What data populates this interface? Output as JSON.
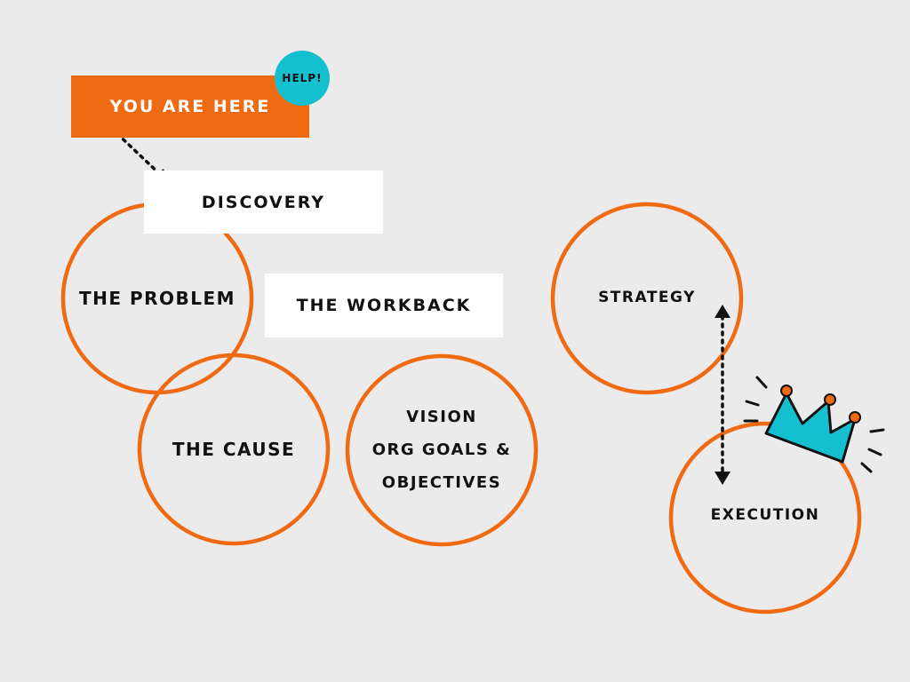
{
  "tags": {
    "you_are_here": "YOU ARE HERE",
    "help": "HELP!"
  },
  "boxes": {
    "discovery": "DISCOVERY",
    "workback": "THE WORKBACK"
  },
  "circles": {
    "problem": "THE PROBLEM",
    "cause": "THE CAUSE",
    "vision_line1": "VISION",
    "vision_line2": "ORG GOALS &",
    "vision_line3": "OBJECTIVES",
    "strategy": "STRATEGY",
    "execution": "EXECUTION"
  },
  "colors": {
    "orange": "#f06a12",
    "teal": "#14c0cf",
    "background": "#ebebeb",
    "ink": "#111111"
  },
  "icons": [
    "crown-icon",
    "double-arrow-icon"
  ]
}
